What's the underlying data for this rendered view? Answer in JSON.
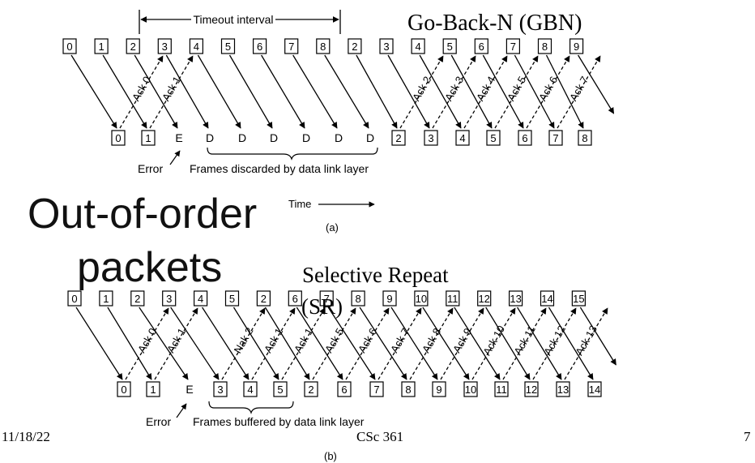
{
  "gbn": {
    "title": "Go-Back-N (GBN)",
    "timeout_label": "Timeout interval",
    "sent_frames": [
      "0",
      "1",
      "2",
      "3",
      "4",
      "5",
      "6",
      "7",
      "8",
      "2",
      "3",
      "4",
      "5",
      "6",
      "7",
      "8",
      "9"
    ],
    "received": [
      "0",
      "1",
      "E",
      "D",
      "D",
      "D",
      "D",
      "D",
      "D",
      "2",
      "3",
      "4",
      "5",
      "6",
      "7",
      "8"
    ],
    "acks": [
      "Ack 0",
      "Ack 1",
      "Ack 2",
      "Ack 3",
      "Ack 4",
      "Ack 5",
      "Ack 6",
      "Ack 7"
    ],
    "error_label": "Error",
    "discard_label": "Frames discarded by data link layer",
    "time_label": "Time",
    "part_label": "(a)"
  },
  "overlay": {
    "line1": "Out-of-order",
    "line2": "packets"
  },
  "sr": {
    "title_line1": "Selective Repeat",
    "title_line2": "(SR)",
    "sent_frames": [
      "0",
      "1",
      "2",
      "3",
      "4",
      "5",
      "2",
      "6",
      "7",
      "8",
      "9",
      "10",
      "11",
      "12",
      "13",
      "14",
      "15"
    ],
    "received": [
      "0",
      "1",
      "E",
      "3",
      "4",
      "5",
      "2",
      "6",
      "7",
      "8",
      "9",
      "10",
      "11",
      "12",
      "13",
      "14"
    ],
    "acks": [
      "Ack 0",
      "Ack 1",
      "Nak 2",
      "Ack 1",
      "Ack 1",
      "Ack 5",
      "Ack 6",
      "Ack 7",
      "Ack 8",
      "Ack 9",
      "Ack 10",
      "Ack 11",
      "Ack 12",
      "Ack 13"
    ],
    "error_label": "Error",
    "buffer_label": "Frames buffered by data link layer",
    "part_label": "(b)"
  },
  "footer": {
    "date": "11/18/22",
    "course": "CSc 361",
    "page": "7"
  }
}
